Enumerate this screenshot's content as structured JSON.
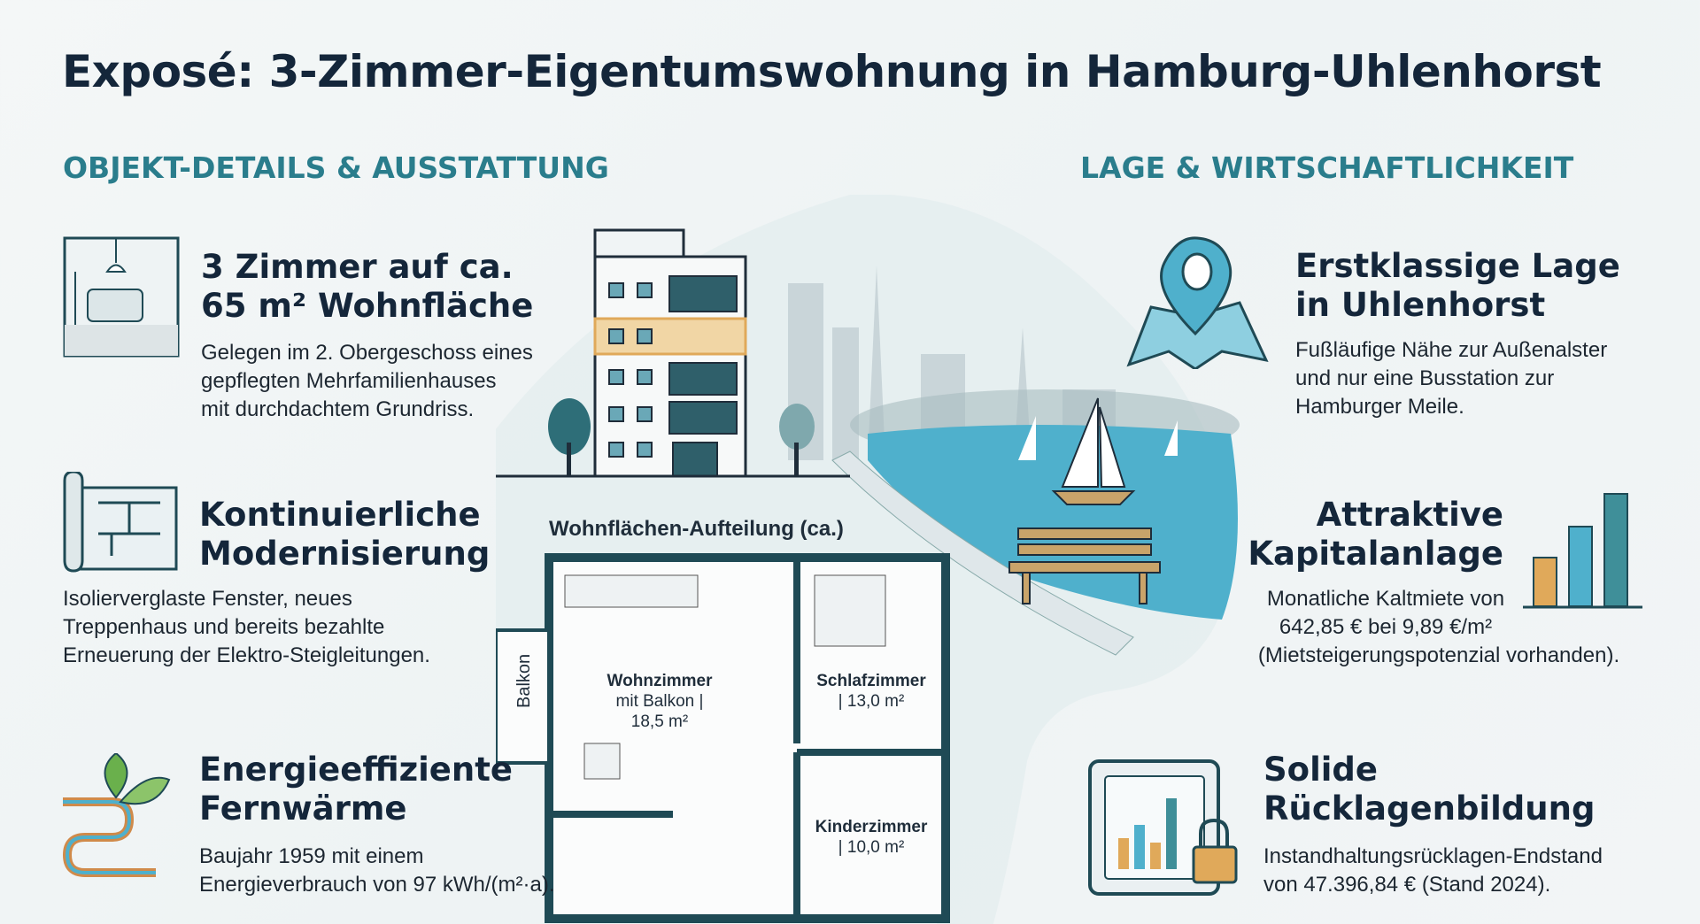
{
  "title": "Exposé: 3-Zimmer-Eigentumswohnung in Hamburg-Uhlenhorst",
  "left_section": {
    "heading": "OBJEKT-DETAILS & AUSSTATTUNG",
    "items": [
      {
        "icon": "living-room-icon",
        "title_line1": "3 Zimmer auf ca.",
        "title_line2": "65 m² Wohnfläche",
        "body": [
          "Gelegen im 2. Obergeschoss eines",
          "gepflegten Mehrfamilienhauses",
          "mit durchdachtem Grundriss."
        ]
      },
      {
        "icon": "blueprint-icon",
        "title_line1": "Kontinuierliche",
        "title_line2": "Modernisierung",
        "body": [
          "Isolierverglaste Fenster, neues",
          "Treppenhaus und bereits bezahlte",
          "Erneuerung der Elektro-Steigleitungen."
        ]
      },
      {
        "icon": "leaf-pipe-icon",
        "title_line1": "Energieeffiziente",
        "title_line2": "Fernwärme",
        "body": [
          "Baujahr 1959 mit einem",
          "Energieverbrauch von 97 kWh/(m²·a)."
        ]
      }
    ]
  },
  "right_section": {
    "heading": "LAGE & WIRTSCHAFTLICHKEIT",
    "items": [
      {
        "icon": "map-pin-icon",
        "title_line1": "Erstklassige Lage",
        "title_line2": "in Uhlenhorst",
        "body": [
          "Fußläufige Nähe zur Außenalster",
          "und nur eine Busstation zur",
          "Hamburger Meile."
        ]
      },
      {
        "icon": "bar-chart-icon",
        "title_line1": "Attraktive",
        "title_line2": "Kapitalanlage",
        "body": [
          "Monatliche Kaltmiete von",
          "642,85 € bei 9,89 €/m²",
          "(Mietsteigerungspotenzial vorhanden)."
        ]
      },
      {
        "icon": "safe-icon",
        "title_line1": "Solide",
        "title_line2": "Rücklagenbildung",
        "body": [
          "Instandhaltungsrücklagen-Endstand",
          "von 47.396,84 € (Stand 2024)."
        ]
      }
    ]
  },
  "floor_plan": {
    "title": "Wohnflächen-Aufteilung (ca.)",
    "balcony": "Balkon",
    "rooms": [
      {
        "name": "Wohnzimmer",
        "line2": "mit Balkon |",
        "area": "18,5 m²"
      },
      {
        "name": "Schlafzimmer",
        "area": "| 13,0 m²"
      },
      {
        "name": "Kinderzimmer",
        "area": "| 10,0 m²"
      }
    ]
  },
  "colors": {
    "teal": "#2a7d8c",
    "dark": "#14263a",
    "orange": "#e0a95a",
    "water": "#4fb0cc"
  }
}
